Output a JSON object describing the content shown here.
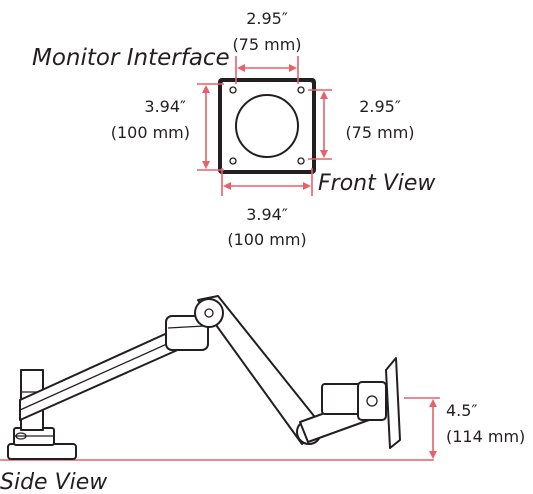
{
  "titles": {
    "monitor_interface": "Monitor Interface",
    "front_view": "Front View",
    "side_view": "Side View"
  },
  "front": {
    "top_in": "2.95″",
    "top_mm": "(75 mm)",
    "left_in": "3.94″",
    "left_mm": "(100 mm)",
    "right_in": "2.95″",
    "right_mm": "(75 mm)",
    "bottom_in": "3.94″",
    "bottom_mm": "(100 mm)"
  },
  "side": {
    "height_in": "4.5″",
    "height_mm": "(114 mm)"
  },
  "colors": {
    "dimension": "#e8616a",
    "line": "#231f20",
    "background": "#ffffff"
  }
}
